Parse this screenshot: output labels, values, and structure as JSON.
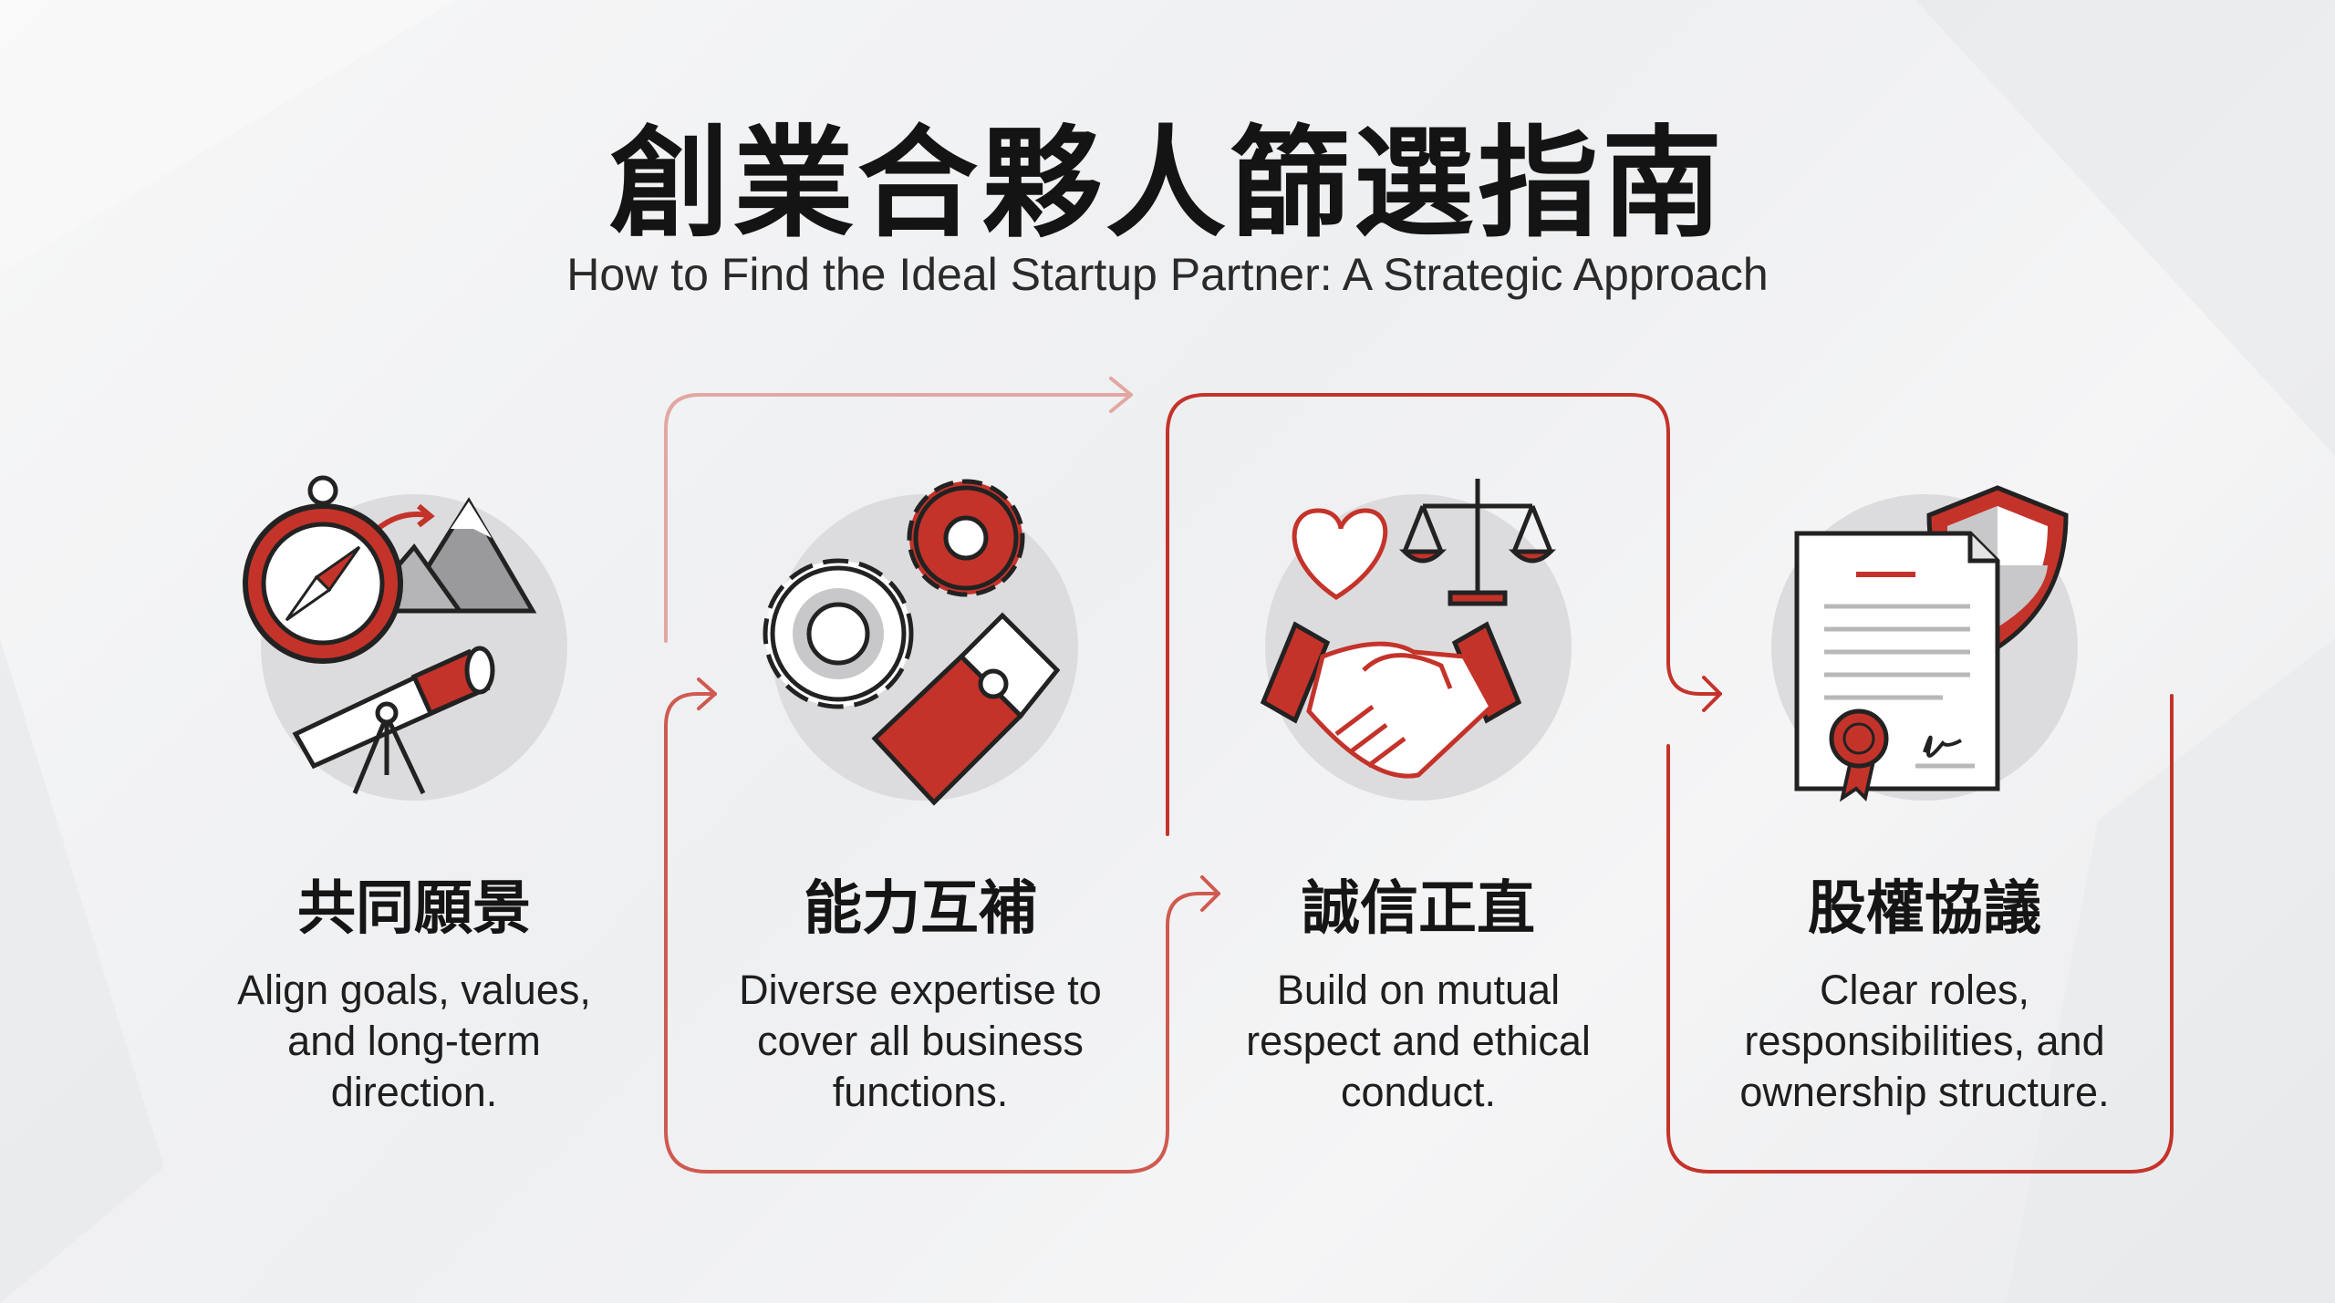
{
  "header": {
    "title": "創業合夥人篩選指南",
    "subtitle": "How to Find the Ideal Startup Partner: A Strategic Approach"
  },
  "colors": {
    "accent": "#c4332a",
    "accent_light": "#e2a7a1",
    "icon_bg": "#dcdcde",
    "text": "#1a1a1a"
  },
  "steps": [
    {
      "icon": "compass-telescope-mountain-icon",
      "heading": "共同願景",
      "lines": [
        "Align goals, values,",
        "and long-term",
        "direction."
      ]
    },
    {
      "icon": "gears-puzzle-icon",
      "heading": "能力互補",
      "lines": [
        "Diverse expertise to",
        "cover all business",
        "functions."
      ]
    },
    {
      "icon": "handshake-scale-heart-icon",
      "heading": "誠信正直",
      "lines": [
        "Build on mutual",
        "respect and ethical",
        "conduct."
      ]
    },
    {
      "icon": "contract-shield-icon",
      "heading": "股權協議",
      "lines": [
        "Clear roles,",
        "responsibilities, and",
        "ownership structure."
      ]
    }
  ]
}
